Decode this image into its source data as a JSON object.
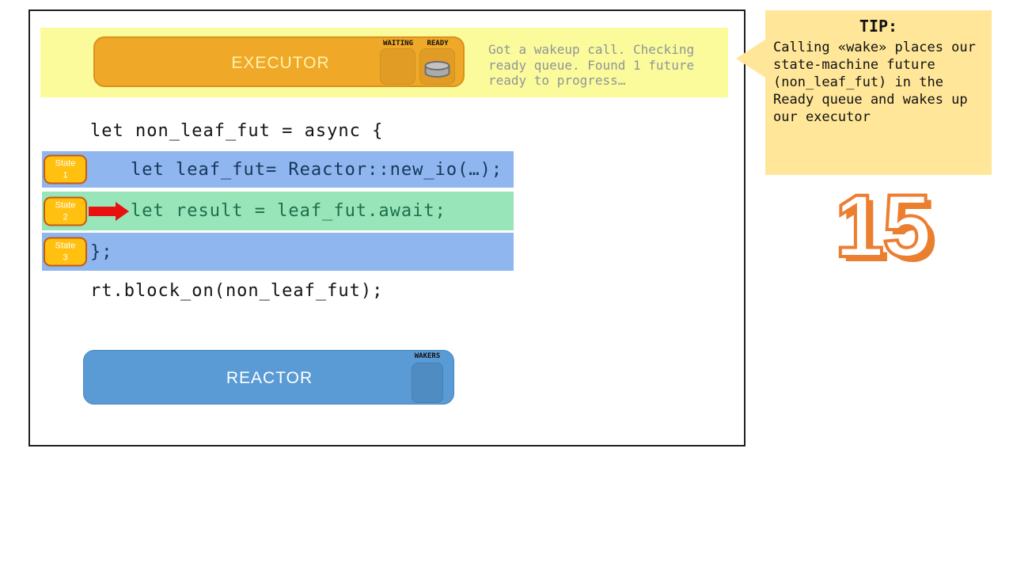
{
  "slide": {
    "number": "15"
  },
  "executor_panel": {
    "title": "EXECUTOR",
    "waiting_label": "WAITING",
    "ready_label": "READY",
    "status_lines": [
      "Got a wakeup call. Checking",
      "ready queue. Found 1 future",
      "ready to progress…"
    ]
  },
  "code": {
    "opening_line": "let non_leaf_fut = async {",
    "closing_call": "rt.block_on(non_leaf_fut);",
    "rows": [
      {
        "badge_label": "State",
        "badge_number": "1",
        "text": "let leaf_fut= Reactor::new_io(…);"
      },
      {
        "badge_label": "State",
        "badge_number": "2",
        "text": "let result = leaf_fut.await;"
      },
      {
        "badge_label": "State",
        "badge_number": "3",
        "text": "};"
      }
    ]
  },
  "reactor_panel": {
    "title": "REACTOR",
    "wakers_label": "WAKERS"
  },
  "tip": {
    "title": "TIP:",
    "lines": [
      "Calling «wake» places our",
      "state-machine future",
      "(non_leaf_fut) in the",
      "Ready queue and wakes up",
      "our executor"
    ]
  },
  "colors": {
    "banner_yellow": "#FBFB9B",
    "executor_orange": "#EFA828",
    "row_blue": "#8FB6EE",
    "row_green": "#97E5B9",
    "badge_amber": "#FFC010",
    "arrow_red": "#E91010",
    "reactor_blue": "#5B9BD5",
    "tip_yellow": "#FFE699",
    "slide_number_orange": "#ED7D31"
  }
}
